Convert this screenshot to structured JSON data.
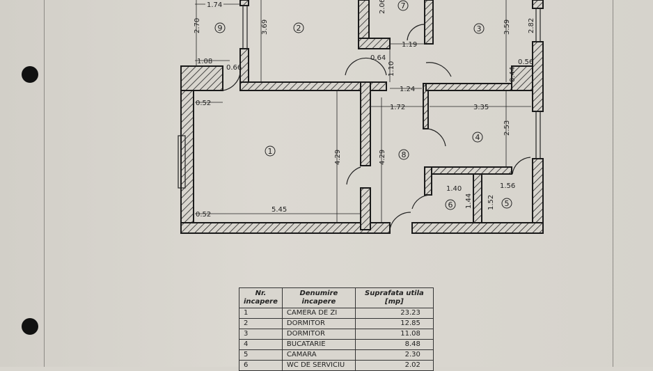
{
  "plan": {
    "rooms": [
      "1",
      "2",
      "3",
      "4",
      "5",
      "6",
      "7",
      "8",
      "9"
    ],
    "dimensions": {
      "d_174": "1.74",
      "d_270": "2.70",
      "d_369": "3.69",
      "d_206": "2.06",
      "d_108": "1.08",
      "d_066": "0.66",
      "d_052a": "0.52",
      "d_064": "0.64",
      "d_119": "1.19",
      "d_110": "1.10",
      "d_124": "1.24",
      "d_359": "3.59",
      "d_282": "2.82",
      "d_056": "0.56",
      "d_044": "0.44",
      "d_172": "1.72",
      "d_335": "3.35",
      "d_253": "2.53",
      "d_429a": "4.29",
      "d_429b": "4.29",
      "d_545": "5.45",
      "d_052b": "0.52",
      "d_140": "1.40",
      "d_144": "1.44",
      "d_156": "1.56",
      "d_152": "1.52"
    }
  },
  "table": {
    "headers": [
      "Nr. incapere",
      "Denumire incapere",
      "Suprafata utila [mp]"
    ],
    "rows": [
      {
        "nr": "1",
        "name": "CAMERA DE ZI",
        "area": "23.23"
      },
      {
        "nr": "2",
        "name": "DORMITOR",
        "area": "12.85"
      },
      {
        "nr": "3",
        "name": "DORMITOR",
        "area": "11.08"
      },
      {
        "nr": "4",
        "name": "BUCATARIE",
        "area": "8.48"
      },
      {
        "nr": "5",
        "name": "CAMARA",
        "area": "2.30"
      },
      {
        "nr": "6",
        "name": "WC DE SERVICIU",
        "area": "2.02"
      }
    ]
  }
}
